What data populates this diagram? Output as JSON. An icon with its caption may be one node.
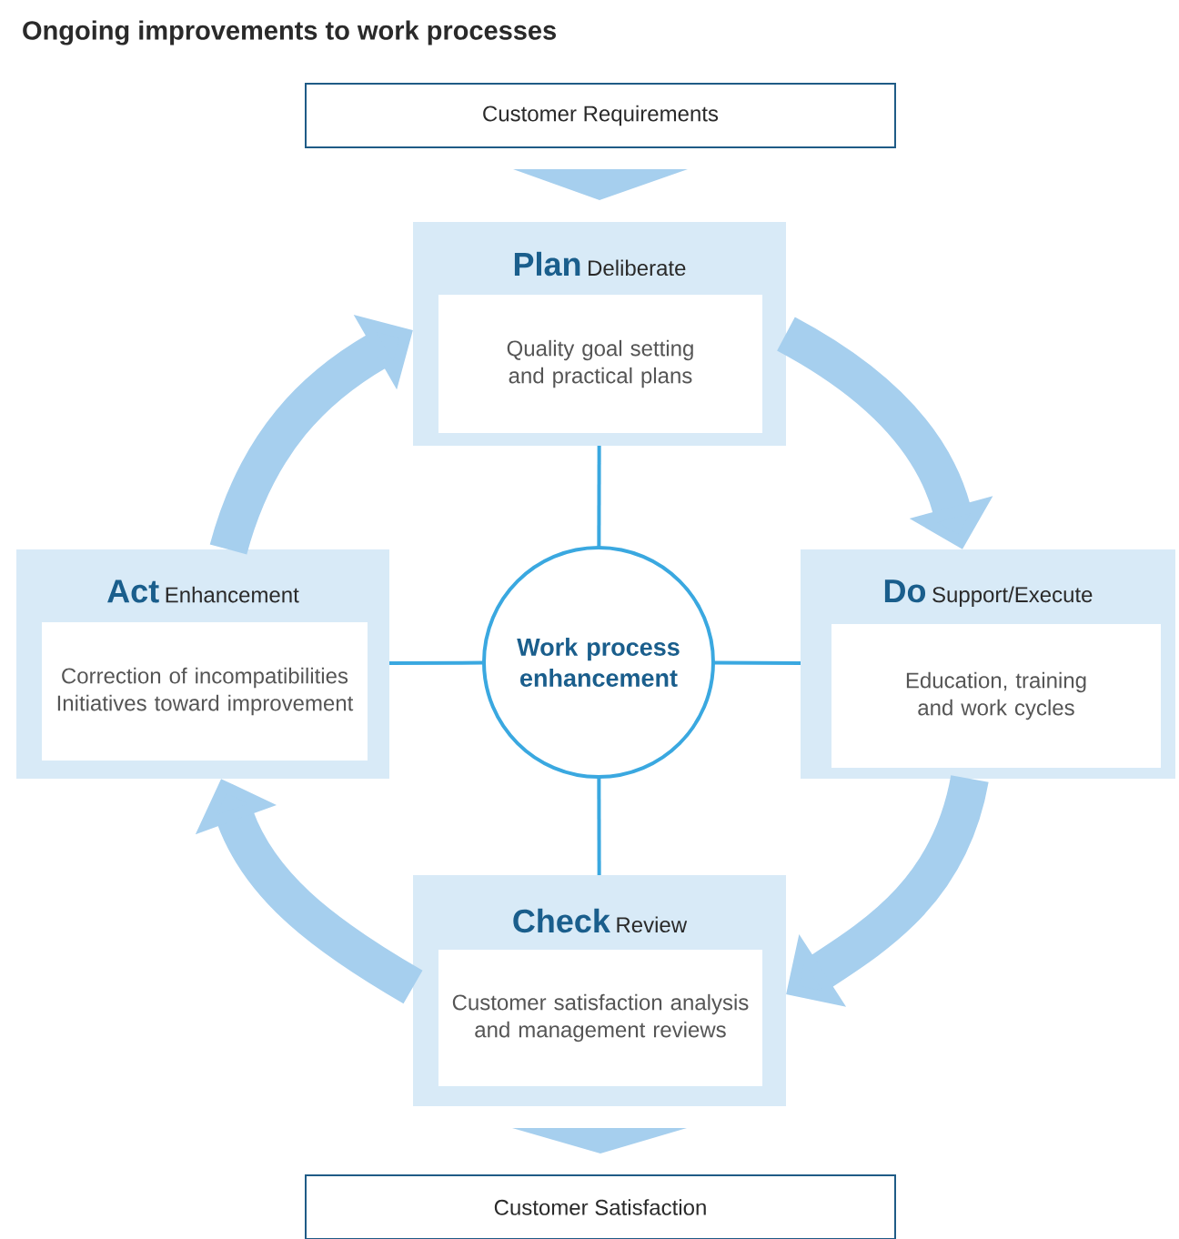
{
  "diagram": {
    "title": "Ongoing improvements to work processes",
    "nodes": [
      {
        "text": [
          "Customer Requirements"
        ]
      },
      {
        "text": [
          "Plan",
          "Deliberate",
          "Quality goal setting and practical plans"
        ]
      },
      {
        "text": [
          "Do",
          "Support/Execute",
          "Education, training and work cycles"
        ]
      },
      {
        "text": [
          "Check",
          "Review",
          "Customer satisfaction analysis and management reviews"
        ]
      },
      {
        "text": [
          "Act",
          "Enhancement",
          "Correction of incompatibilities",
          "Initiatives toward improvement"
        ]
      },
      {
        "text": [
          "Work process enhancement"
        ]
      },
      {
        "text": [
          "Customer Satisfaction"
        ]
      }
    ],
    "edges": [
      {
        "from": 0,
        "to": 1,
        "arrow": "to"
      },
      {
        "from": 1,
        "to": 2,
        "arrow": "to",
        "style": "thick"
      },
      {
        "from": 2,
        "to": 3,
        "arrow": "to",
        "style": "thick"
      },
      {
        "from": 3,
        "to": 4,
        "arrow": "to",
        "style": "thick"
      },
      {
        "from": 4,
        "to": 1,
        "arrow": "to",
        "style": "thick"
      },
      {
        "from": 5,
        "to": 1,
        "arrow": "none",
        "color": "#3aa8e0"
      },
      {
        "from": 5,
        "to": 2,
        "arrow": "none",
        "color": "#3aa8e0"
      },
      {
        "from": 5,
        "to": 3,
        "arrow": "none",
        "color": "#3aa8e0"
      },
      {
        "from": 5,
        "to": 4,
        "arrow": "none",
        "color": "#3aa8e0"
      },
      {
        "from": 3,
        "to": 6,
        "arrow": "to"
      }
    ]
  }
}
